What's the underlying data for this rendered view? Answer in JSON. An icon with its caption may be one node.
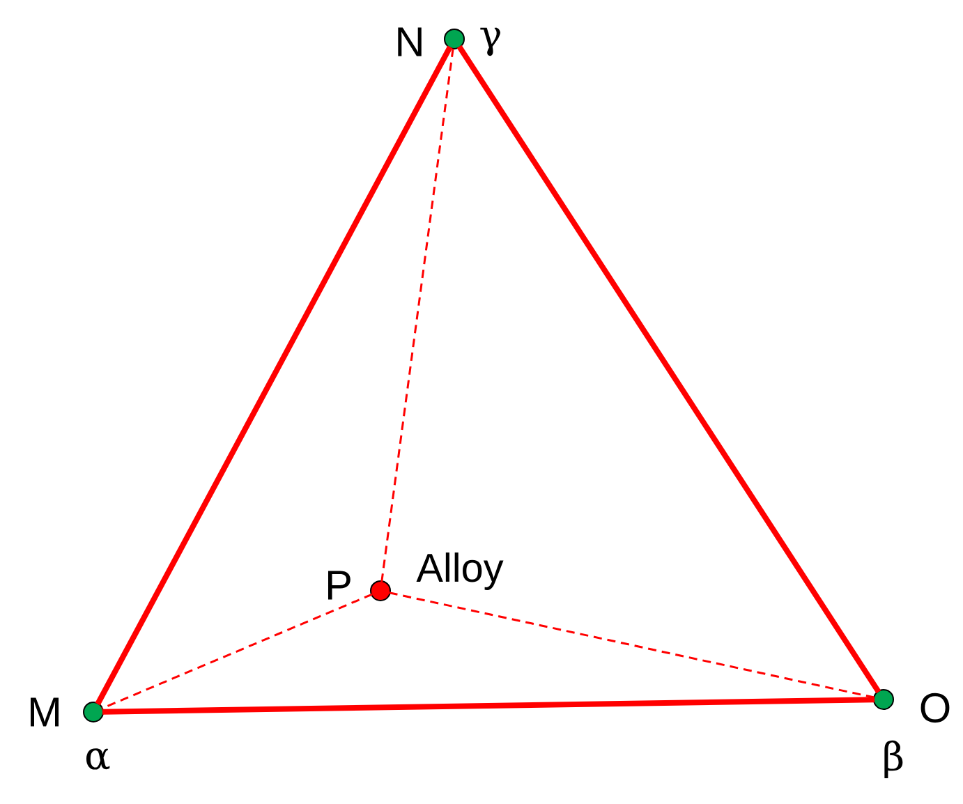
{
  "diagram": {
    "nodes": [
      {
        "text": [
          "M"
        ],
        "beside": [
          "α"
        ]
      },
      {
        "text": [
          "N"
        ],
        "beside": [
          "γ"
        ]
      },
      {
        "text": [
          "O"
        ],
        "beside": [
          "β"
        ]
      },
      {
        "text": [
          "P"
        ],
        "beside": [
          "Alloy"
        ]
      }
    ],
    "edges": [
      {
        "from": 0,
        "to": 1,
        "arrow": "none",
        "style": "thick"
      },
      {
        "from": 1,
        "to": 2,
        "arrow": "none",
        "style": "thick"
      },
      {
        "from": 0,
        "to": 2,
        "arrow": "none",
        "style": "thick"
      },
      {
        "from": 3,
        "to": 1,
        "arrow": "none",
        "style": "dashed"
      },
      {
        "from": 3,
        "to": 0,
        "arrow": "none",
        "style": "dashed"
      },
      {
        "from": 3,
        "to": 2,
        "arrow": "none",
        "style": "dashed"
      }
    ]
  }
}
